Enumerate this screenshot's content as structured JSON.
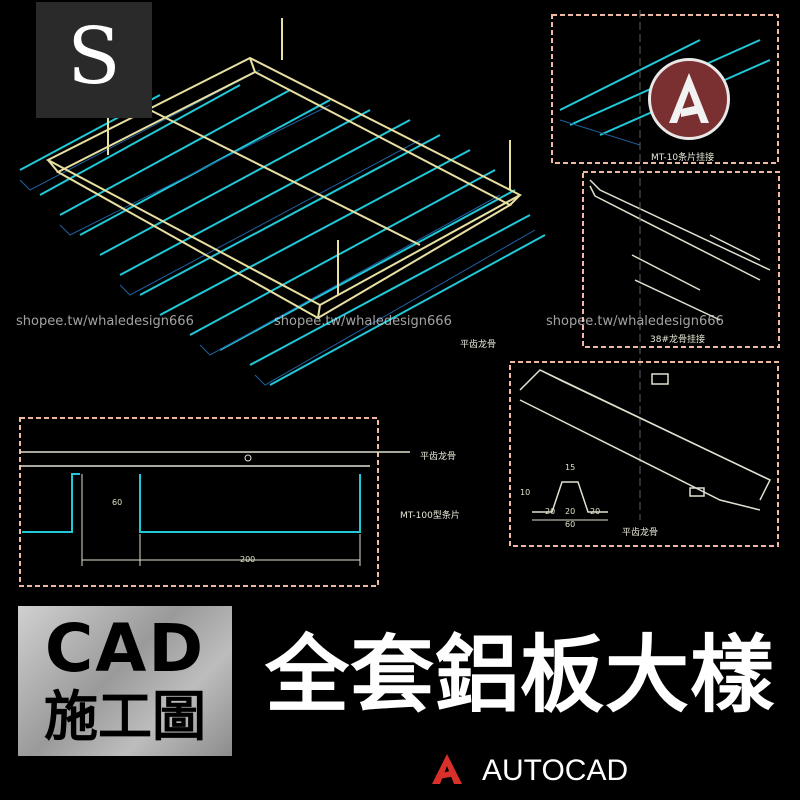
{
  "badge": {
    "letter": "S"
  },
  "logo": {
    "name": "autodesk-a-icon",
    "color": "#7a3030"
  },
  "watermarks": [
    "shopee.tw/whaledesign666",
    "shopee.tw/whaledesign666",
    "shopee.tw/whaledesign666"
  ],
  "drawing": {
    "colors": {
      "frame": "#e8c8a8",
      "cyan": "#20c8d8",
      "yellow": "#e8e0a0",
      "dashed": "#f0b8a0"
    },
    "labels": {
      "detail_top": "MT-10条片挂接",
      "detail_mid": "38#龙骨挂接",
      "iso_main": "平齿龙骨",
      "section_top": "平齿龙骨",
      "section_panel": "MT-100型条片",
      "profile": "平齿龙骨"
    },
    "dims": {
      "height": "60",
      "width": "200",
      "top": "15",
      "left_h": "10",
      "seg_a": "20",
      "seg_b": "20",
      "seg_c": "20",
      "base": "60"
    }
  },
  "footer": {
    "cad": "CAD",
    "sub": "施工圖",
    "title": "全套鋁板大樣",
    "brand": "AUTOCAD",
    "brand_color": "#d9302a"
  }
}
